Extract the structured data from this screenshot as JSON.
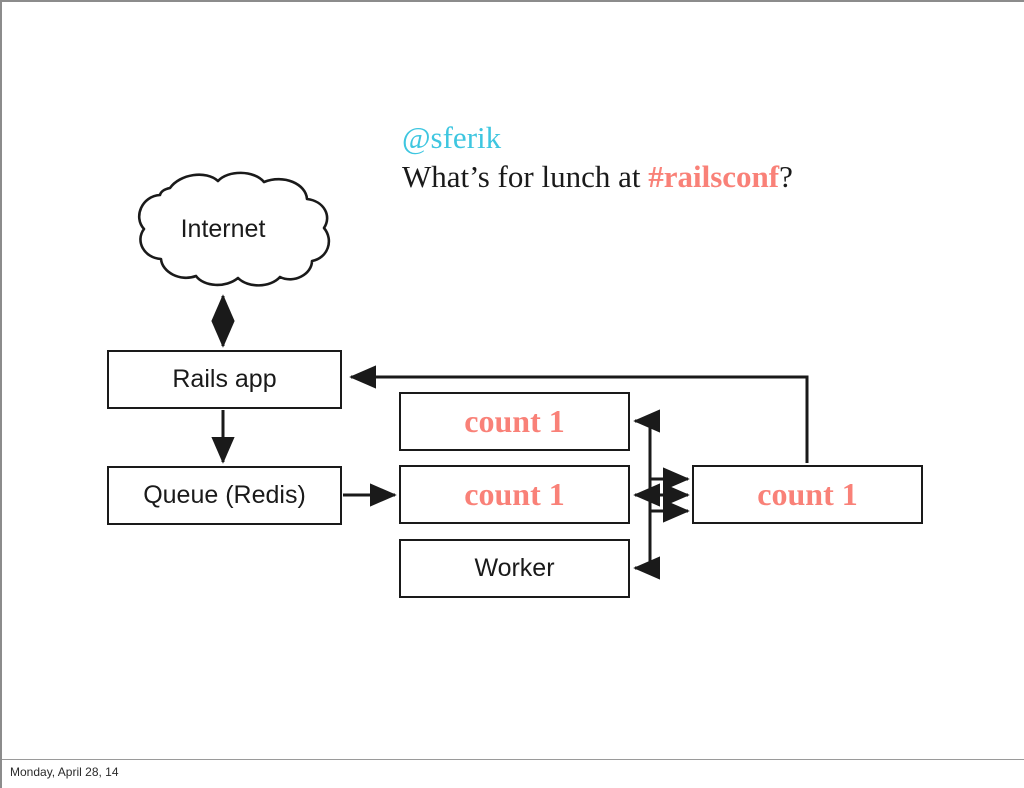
{
  "slide": {
    "footer_date": "Monday, April 28, 14"
  },
  "tweet": {
    "handle": "@sferik",
    "text_before": "What’s for lunch at ",
    "hashtag": "#railsconf",
    "text_after": "?",
    "handle_color": "#3ec6e0",
    "hashtag_color": "#f98178"
  },
  "diagram": {
    "cloud": {
      "label": "Internet"
    },
    "boxes": [
      {
        "id": "rails",
        "label": "Rails app"
      },
      {
        "id": "queue",
        "label": "Queue (Redis)"
      },
      {
        "id": "count_a",
        "label": "count 1"
      },
      {
        "id": "count_b",
        "label": "count 1"
      },
      {
        "id": "worker",
        "label": "Worker"
      },
      {
        "id": "count_c",
        "label": "count 1"
      }
    ],
    "colors": {
      "stroke": "#1a1a1a",
      "count_text": "#f98178",
      "box_text": "#1a1a1a"
    }
  }
}
